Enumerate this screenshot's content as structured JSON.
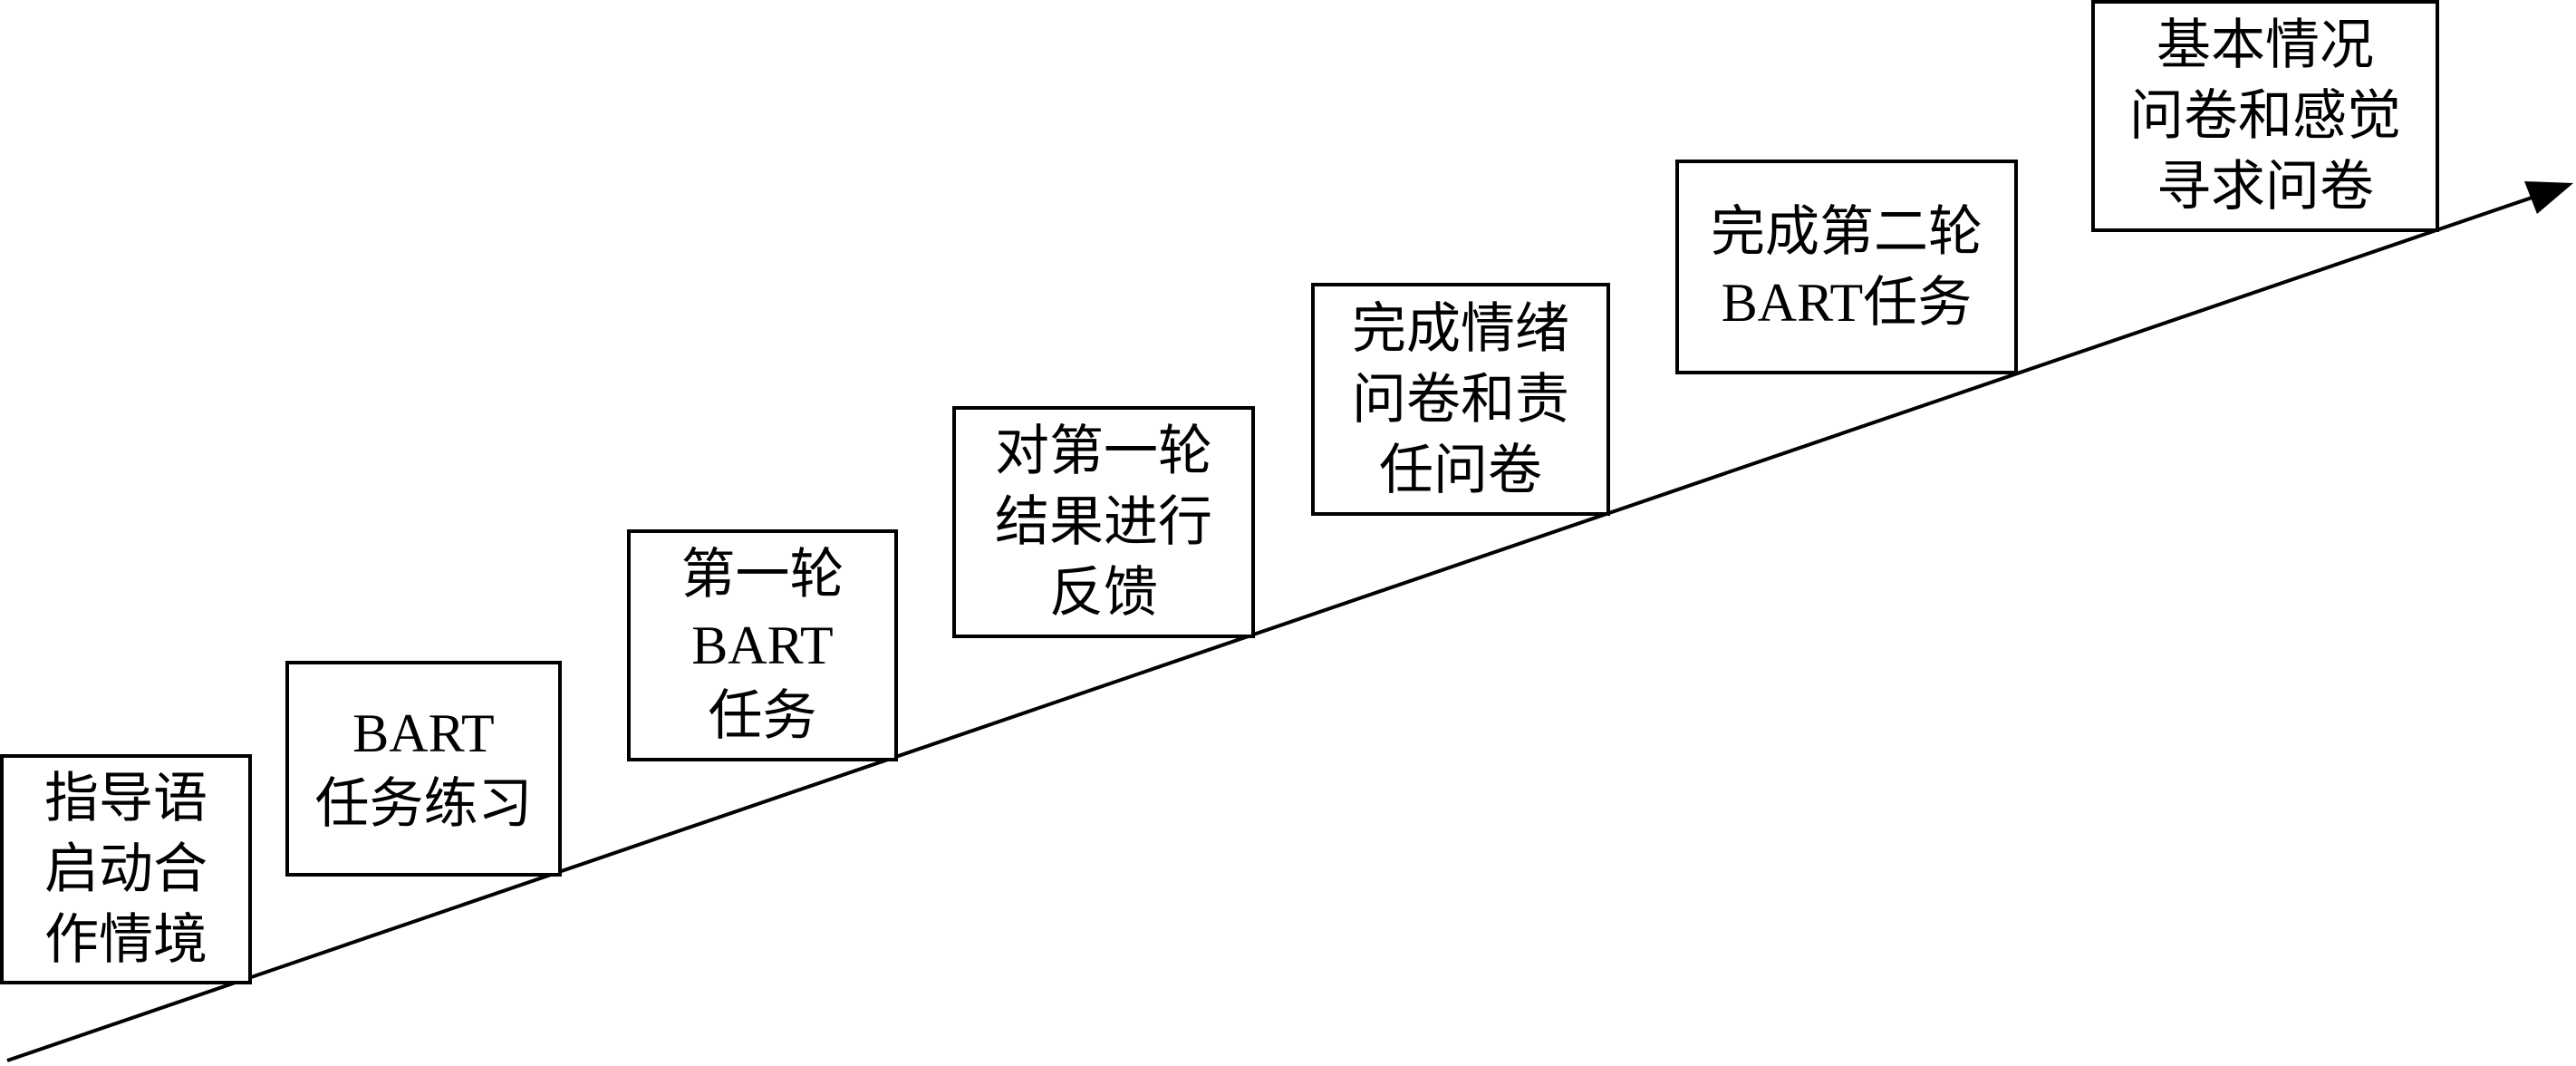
{
  "steps": [
    {
      "label": "指导语\n启动合\n作情境"
    },
    {
      "label": "BART\n任务练习"
    },
    {
      "label": "第一轮\nBART\n任务"
    },
    {
      "label": "对第一轮\n结果进行\n反馈"
    },
    {
      "label": "完成情绪\n问卷和责\n任问卷"
    },
    {
      "label": "完成第二轮\nBART任务"
    },
    {
      "label": "基本情况\n问卷和感觉\n寻求问卷"
    }
  ],
  "colors": {
    "line": "#000000",
    "background": "#ffffff"
  }
}
